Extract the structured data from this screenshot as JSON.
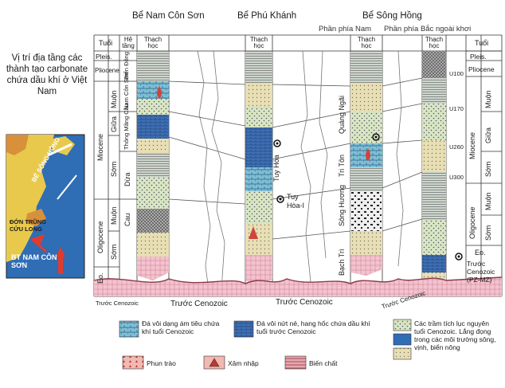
{
  "sidebar": {
    "title": "Vị trí địa tầng các thành tạo carbonate chứa dầu khí ở Việt Nam",
    "map_labels": [
      "BỂ SÔNG HỒNG",
      "ĐỚN TRŨNG CỬU LONG",
      "BT NAM CÔN SƠN"
    ]
  },
  "basins": {
    "nam_con_son": "Bể Nam Côn Sơn",
    "phu_khanh": "Bể Phú Khánh",
    "song_hong": "Bể Sông Hồng",
    "song_hong_south": "Phần phía Nam",
    "song_hong_offshore": "Phần phía Bắc ngoài khơi"
  },
  "headers": {
    "tuoi": "Tuổi",
    "he_tang": "Hệ tầng",
    "thach_hoc": "Thạch học",
    "tuoi_right": "Tuổi"
  },
  "ages_left": {
    "pleis": "Pleis.",
    "pliocene": "Pliocene",
    "miocene": "Miocene",
    "muon1": "Muộn",
    "giua": "Giữa",
    "som1": "Sớm",
    "oligocene": "Oligocene",
    "muon2": "Muộn",
    "som2": "Sớm",
    "eo": "Eo.",
    "truoc_cenozoic": "Trước Cenozoic"
  },
  "formations_ncs": {
    "bien_dong": "Biển Đông",
    "nam_con_son": "Nam Côn Sơn",
    "thong_mang_cau": "Thông Mãng Cầu",
    "dua": "Dừa",
    "cau": "Cau"
  },
  "formations_sh": {
    "quang_ngai": "Quảng Ngãi",
    "tri_ton": "Tri Tôn",
    "song_huong": "Sông Hương",
    "bach_tri": "Bạch Trì"
  },
  "wells": {
    "tuy_hoa": "Tuy Hòa",
    "tuy_hoa_1": "Tuy Hòa-I"
  },
  "ages_right": {
    "pleis": "Pleis.",
    "pliocene": "Pliocene",
    "miocene": "Miocene",
    "muon": "Muộn",
    "giua": "Giữa",
    "som": "Sớm",
    "oligocene": "Oligocene",
    "muon2": "Muộn",
    "som2": "Sớm",
    "eo": "Eo.",
    "truoc_cenozoic": "Trước Cenozoic (PZ-MZ)"
  },
  "units": {
    "u100": "U100",
    "u170": "U170",
    "u260": "U260",
    "u300": "U300"
  },
  "basement": {
    "left": "Trước Cenozoic",
    "mid1": "Trước Cenozoic",
    "mid2": "Trước Cenozoic",
    "right": "Trước Cenozoic"
  },
  "legend": {
    "limestone_tight": "Đá vôi dạng ám tiêu chứa khí tuổi Cenozoic",
    "limestone_fractured": "Đá vôi nứt nẻ, hang hốc chứa dầu khí tuổi trước Cenozoic",
    "clastics": "Các trầm tích lục nguyên tuổi Cenozoic. Lắng đọng trong các môi trường sông, vịnh, biển nông",
    "volcanic": "Phun trào",
    "intrusive": "Xâm nhập",
    "metamorphic": "Biến chất"
  },
  "colors": {
    "reef": "#6fb6c9",
    "blue": "#3a6fb0",
    "red": "#d0453a",
    "sand": "#e8d9a6",
    "green": "#b9d59a",
    "basement": "#f2bcc8",
    "line": "#8a3a4a"
  }
}
